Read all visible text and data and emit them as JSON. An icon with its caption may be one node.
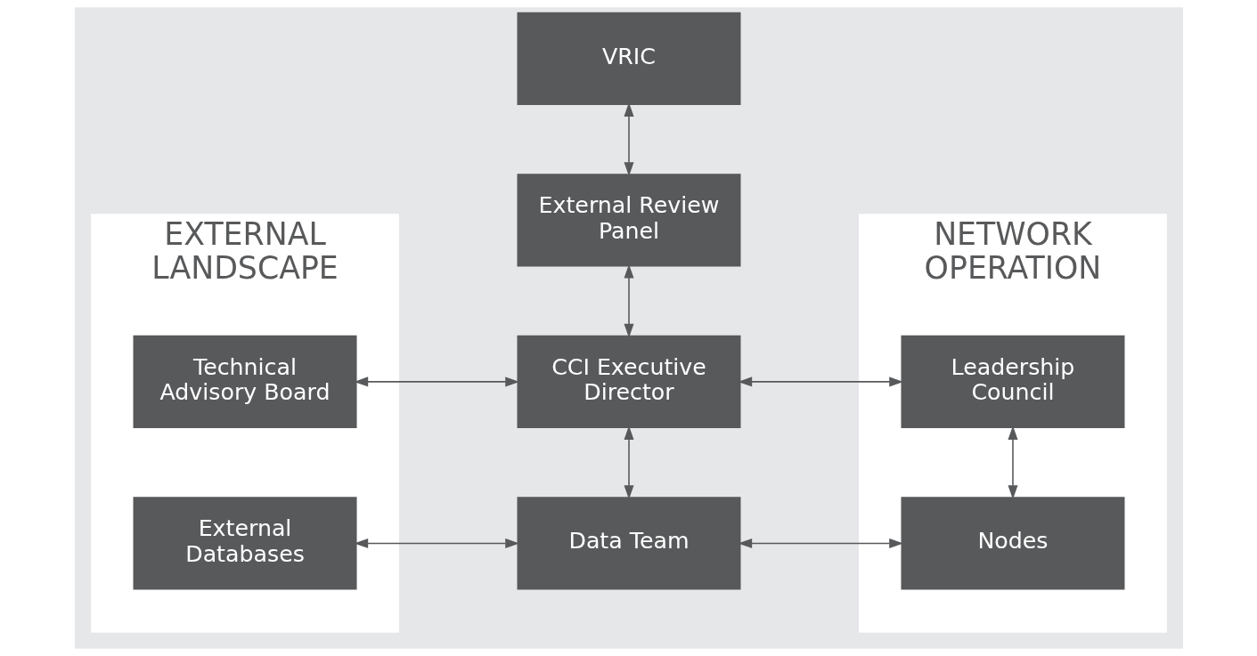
{
  "diagram": {
    "nodes": [
      {
        "text": [
          "VRIC"
        ]
      },
      {
        "text": [
          "External Review Panel"
        ]
      },
      {
        "text": [
          "EXTERNAL LANDSCAPE"
        ]
      },
      {
        "text": [
          "Technical Advisory Board"
        ],
        "in": 2
      },
      {
        "text": [
          "External Databases"
        ],
        "in": 2
      },
      {
        "text": [
          "CCI Executive Director"
        ]
      },
      {
        "text": [
          "Data Team"
        ]
      },
      {
        "text": [
          "NETWORK OPERATION"
        ]
      },
      {
        "text": [
          "Leadership Council"
        ],
        "in": 7
      },
      {
        "text": [
          "Nodes"
        ],
        "in": 7
      }
    ],
    "edges": [
      {
        "from": 0,
        "to": 1,
        "arrow": "both"
      },
      {
        "from": 1,
        "to": 5,
        "arrow": "both"
      },
      {
        "from": 3,
        "to": 5,
        "arrow": "both"
      },
      {
        "from": 5,
        "to": 8,
        "arrow": "both"
      },
      {
        "from": 5,
        "to": 6,
        "arrow": "both"
      },
      {
        "from": 4,
        "to": 6,
        "arrow": "both"
      },
      {
        "from": 6,
        "to": 9,
        "arrow": "both"
      },
      {
        "from": 8,
        "to": 9,
        "arrow": "both"
      }
    ]
  }
}
